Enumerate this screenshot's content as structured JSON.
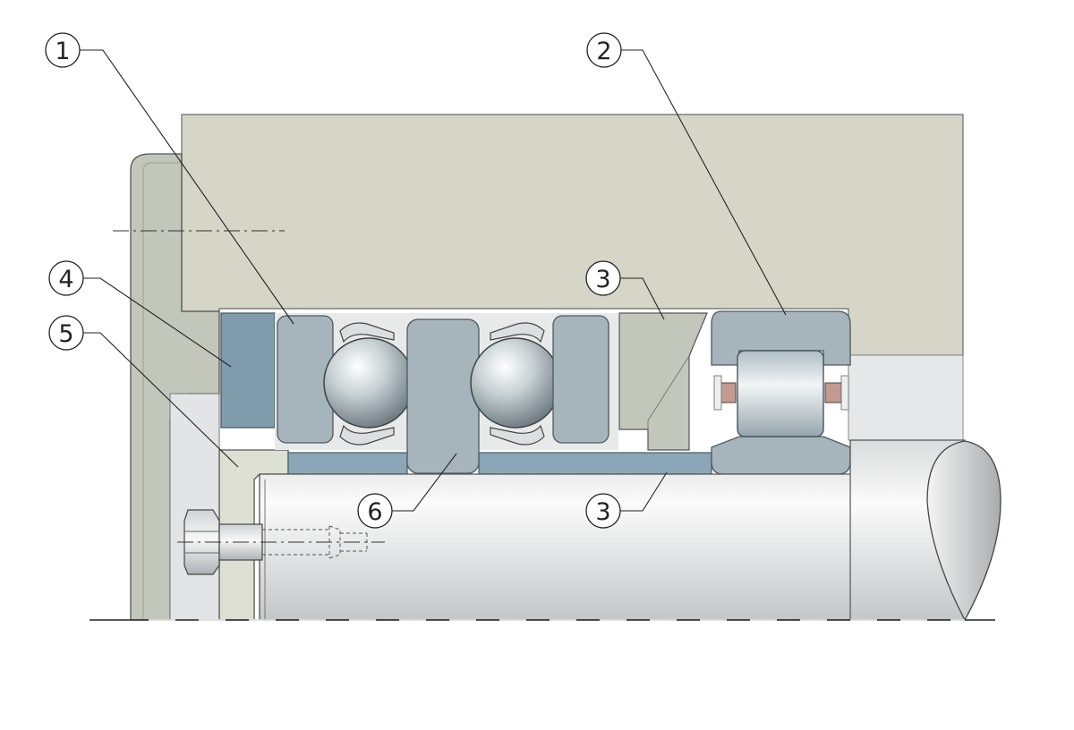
{
  "callouts": [
    {
      "label": "1"
    },
    {
      "label": "2"
    },
    {
      "label": "3"
    },
    {
      "label": "4"
    },
    {
      "label": "5"
    },
    {
      "label": "6"
    },
    {
      "label": "3"
    }
  ],
  "colors": {
    "housing": "#d5d6c7",
    "cover": "#c3c6ba",
    "bearing_ring": "#a6b4bc",
    "spacer_blue": "#7f9cad",
    "sleeve_blue": "#8ba6b6",
    "shaft_light": "#f4f5f5",
    "shaft_dark": "#c9cbcd",
    "roller_cage": "#c49a90",
    "outline": "#3a3a3a"
  },
  "icons": [
    "ball-icon",
    "roller-icon",
    "bolt-icon",
    "shaft-end-icon"
  ]
}
